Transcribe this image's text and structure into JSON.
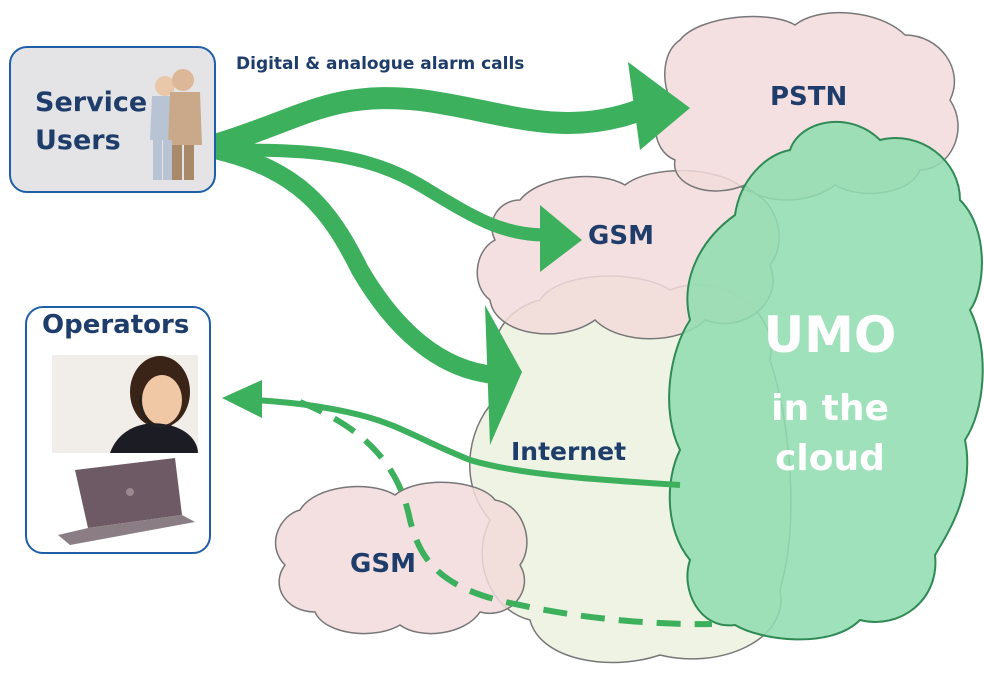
{
  "service_users": {
    "label": "Service\nUsers"
  },
  "operators": {
    "label": "Operators"
  },
  "alarm_calls": {
    "label": "Digital & analogue alarm calls"
  },
  "networks": {
    "pstn": "PSTN",
    "gsm_top": "GSM",
    "gsm_bottom": "GSM",
    "internet": "Internet"
  },
  "umo": {
    "title": "UMO",
    "subtitle": "in the\ncloud"
  },
  "colors": {
    "arrow_green": "#3cb05c",
    "pink_cloud": "#f2dada",
    "internet_cloud": "#eef3e4",
    "umo_cloud": "#92ddb0",
    "border_blue": "#1f5fa8",
    "text_navy": "#1f3d6b"
  }
}
